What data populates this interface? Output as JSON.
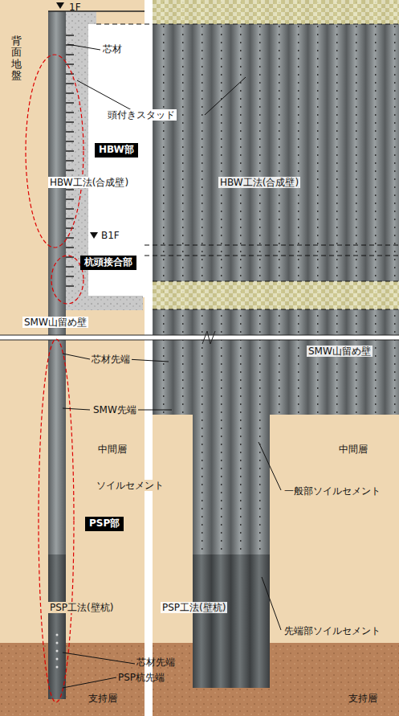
{
  "diagram": {
    "nodes": [
      {
        "text": [
          "HBW部"
        ]
      },
      {
        "text": [
          "杭頭接合部"
        ]
      },
      {
        "text": [
          "PSP部"
        ]
      }
    ],
    "labels": [
      "1F",
      "背面地盤",
      "芯材",
      "頭付きスタッド",
      "HBW工法(合成壁)",
      "HBW工法(合成壁)",
      "B1F",
      "SMW山留め壁",
      "SMW山留め壁",
      "芯材先端",
      "SMW先端",
      "中間層",
      "中間層",
      "ソイルセメント",
      "一般部ソイルセメント",
      "PSP工法(壁杭)",
      "PSP工法(壁杭)",
      "先端部ソイルセメント",
      "芯材先端",
      "PSP杭先端",
      "支持層",
      "支持層"
    ]
  }
}
